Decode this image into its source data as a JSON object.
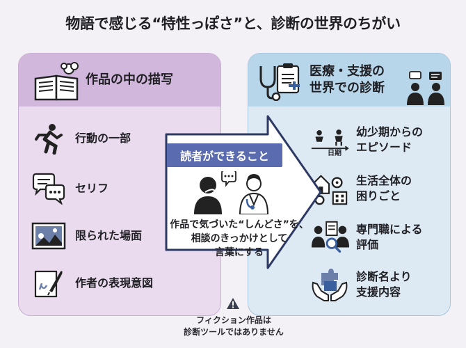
{
  "title": "物語で感じる“特性っぽさ”と、診断の世界のちがい",
  "left_panel": {
    "title": "作品の中の描写",
    "items": [
      {
        "label": "行動の一部",
        "icon": "running-person-icon"
      },
      {
        "label": "セリフ",
        "icon": "speech-bubbles-icon"
      },
      {
        "label": "限られた場面",
        "icon": "framed-scene-icon"
      },
      {
        "label": "作者の表現意図",
        "icon": "quill-pen-icon"
      }
    ]
  },
  "right_panel": {
    "title_line1": "医療・支援の",
    "title_line2": "世界での診断",
    "items": [
      {
        "line1": "幼少期からの",
        "line2": "エピソード",
        "icon": "child-timeline-icon"
      },
      {
        "line1": "生活全体の",
        "line2": "困りごと",
        "icon": "home-gears-icon"
      },
      {
        "line1": "専門職による",
        "line2": "評価",
        "icon": "professionals-magnifier-icon"
      },
      {
        "line1": "診断名より",
        "line2": "支援内容",
        "icon": "puzzle-hands-icon"
      }
    ],
    "timeline_label": "日期"
  },
  "center": {
    "tag": "読者ができること",
    "text_line1": "作品で気づいた“しんどさ”を、",
    "text_line2": "相談のきっかけとして",
    "text_line3": "言葉にする"
  },
  "warning": {
    "line1": "フィクション作品は",
    "line2": "診断ツールではありません"
  },
  "colors": {
    "left_bg": "#eadcee",
    "left_head": "#d2b7dc",
    "right_bg": "#dde9f3",
    "right_head": "#b8d6ea",
    "tag": "#5b6bb0"
  }
}
